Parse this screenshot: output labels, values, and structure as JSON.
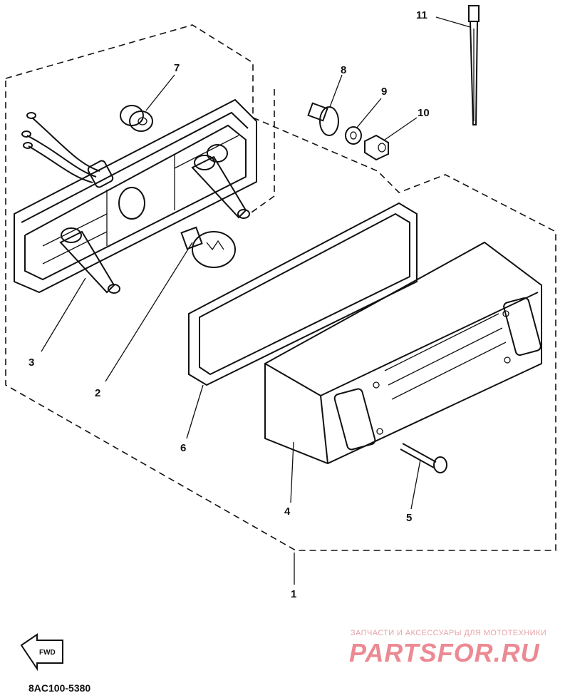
{
  "diagram": {
    "callouts": [
      {
        "id": "1",
        "label": "1"
      },
      {
        "id": "2",
        "label": "2"
      },
      {
        "id": "3",
        "label": "3"
      },
      {
        "id": "4",
        "label": "4"
      },
      {
        "id": "5",
        "label": "5"
      },
      {
        "id": "6",
        "label": "6"
      },
      {
        "id": "7",
        "label": "7"
      },
      {
        "id": "8",
        "label": "8"
      },
      {
        "id": "9",
        "label": "9"
      },
      {
        "id": "10",
        "label": "10"
      },
      {
        "id": "11",
        "label": "11"
      }
    ],
    "direction_marker": "FWD",
    "drawing_code": "8AC100-5380"
  },
  "watermark": {
    "tagline": "ЗАПЧАСТИ И АКСЕССУАРЫ ДЛЯ МОТОТЕХНИКИ",
    "brand": "PARTSFOR.RU"
  }
}
